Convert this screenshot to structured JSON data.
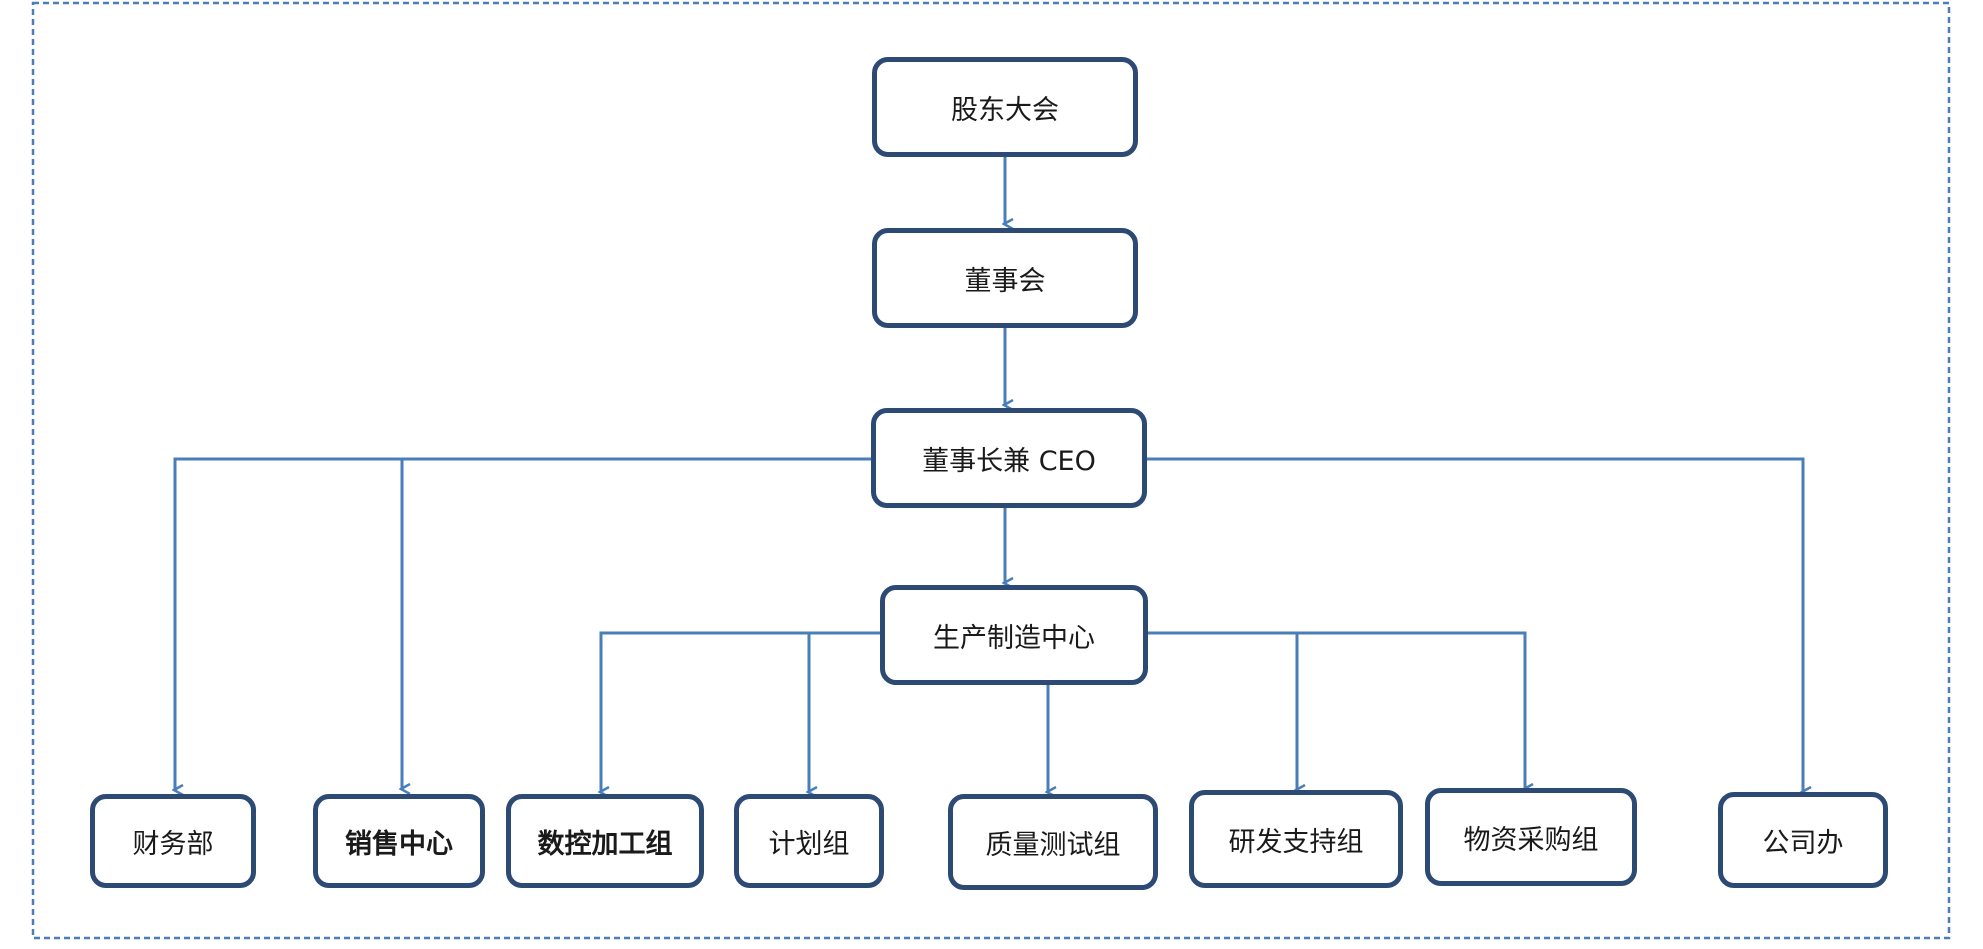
{
  "diagram": {
    "type": "org-chart",
    "colors": {
      "connector": "#4a7ebb",
      "node_border": "#2c4a74",
      "frame": "#4a7ebb"
    },
    "nodes": {
      "shareholders": "股东大会",
      "board": "董事会",
      "chairman_ceo": "董事长兼 CEO",
      "manufacturing": "生产制造中心",
      "finance": "财务部",
      "sales": "销售中心",
      "cnc": "数控加工组",
      "planning": "计划组",
      "quality": "质量测试组",
      "rnd": "研发支持组",
      "procurement": "物资采购组",
      "office": "公司办"
    },
    "edges": [
      [
        "shareholders",
        "board"
      ],
      [
        "board",
        "chairman_ceo"
      ],
      [
        "chairman_ceo",
        "manufacturing"
      ],
      [
        "chairman_ceo",
        "finance"
      ],
      [
        "chairman_ceo",
        "sales"
      ],
      [
        "chairman_ceo",
        "office"
      ],
      [
        "manufacturing",
        "cnc"
      ],
      [
        "manufacturing",
        "planning"
      ],
      [
        "manufacturing",
        "quality"
      ],
      [
        "manufacturing",
        "rnd"
      ],
      [
        "manufacturing",
        "procurement"
      ]
    ]
  }
}
